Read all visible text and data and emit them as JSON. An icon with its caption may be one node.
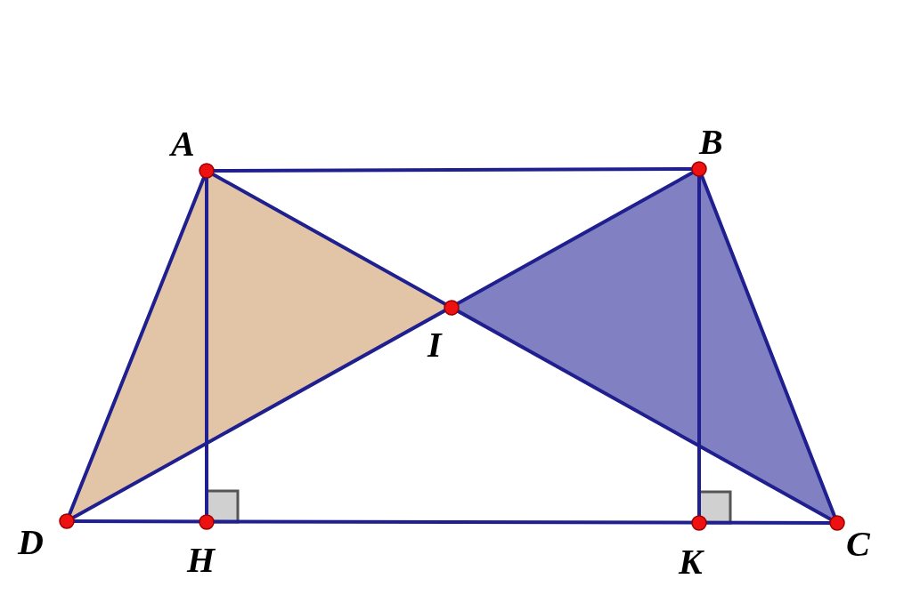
{
  "diagram": {
    "labels": [
      "A",
      "B",
      "I",
      "D",
      "H",
      "K",
      "C"
    ]
  }
}
